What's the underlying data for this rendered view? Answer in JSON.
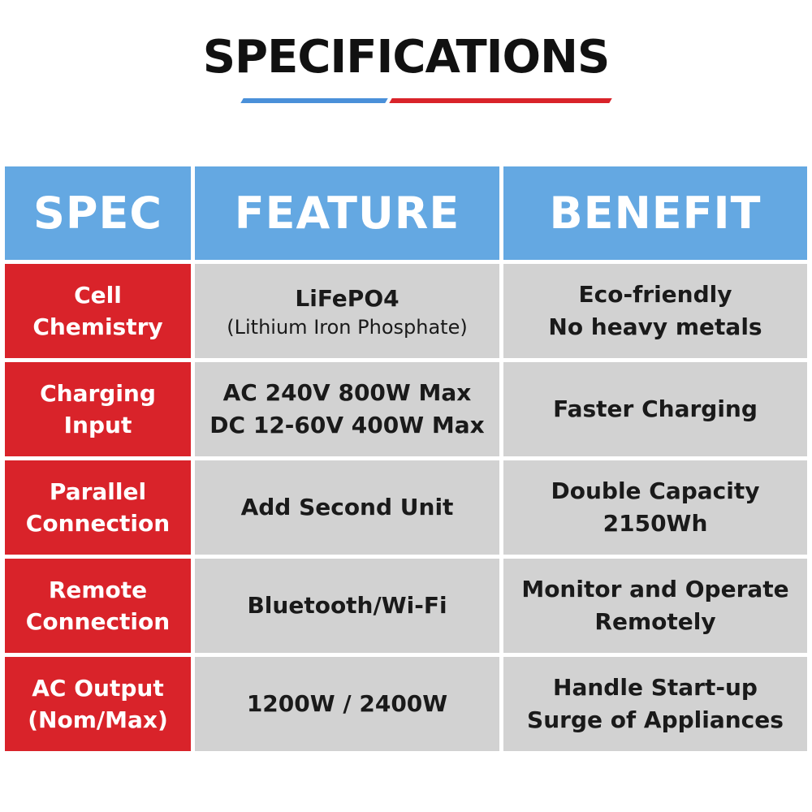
{
  "title": "SPECIFICATIONS",
  "colors": {
    "header_blue": "#64a8e2",
    "accent_red": "#d9232a",
    "cell_gray": "#d2d2d2"
  },
  "headers": {
    "spec": "SPEC",
    "feature": "FEATURE",
    "benefit": "BENEFIT"
  },
  "rows": [
    {
      "spec": [
        "Cell",
        "Chemistry"
      ],
      "feature": [
        "LiFePO4"
      ],
      "feature_sub": "(Lithium Iron Phosphate)",
      "benefit": [
        "Eco-friendly",
        "No heavy metals"
      ]
    },
    {
      "spec": [
        "Charging",
        "Input"
      ],
      "feature": [
        "AC 240V 800W Max",
        "DC 12-60V 400W Max"
      ],
      "benefit": [
        "Faster Charging"
      ]
    },
    {
      "spec": [
        "Parallel",
        "Connection"
      ],
      "feature": [
        "Add Second Unit"
      ],
      "benefit": [
        "Double Capacity",
        "2150Wh"
      ]
    },
    {
      "spec": [
        "Remote",
        "Connection"
      ],
      "feature": [
        "Bluetooth/Wi-Fi"
      ],
      "benefit": [
        "Monitor and Operate",
        "Remotely"
      ]
    },
    {
      "spec": [
        "AC Output",
        "(Nom/Max)"
      ],
      "feature": [
        "1200W / 2400W"
      ],
      "benefit": [
        "Handle Start-up",
        "Surge of Appliances"
      ]
    }
  ]
}
